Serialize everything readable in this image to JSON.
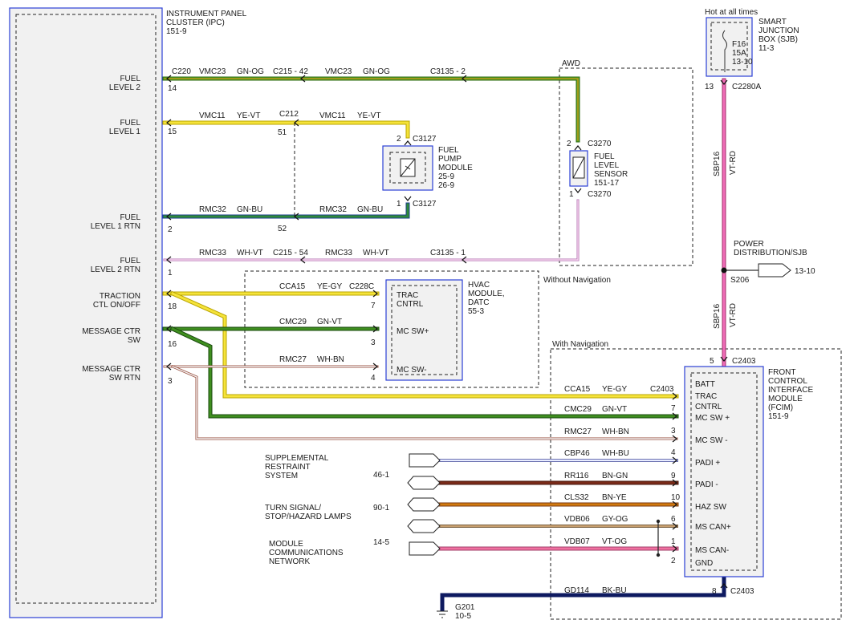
{
  "components": {
    "ipc": "INSTRUMENT PANEL|CLUSTER (IPC)|151-9",
    "sjb": "SMART|JUNCTION|BOX (SJB)|11-3",
    "hot": "Hot at all times",
    "fuse": "F16|15A|13-10",
    "pump": "FUEL|PUMP|MODULE|25-9|26-9",
    "sensor": "FUEL|LEVEL|SENSOR|151-17",
    "hvac": "HVAC|MODULE,|DATC|55-3",
    "hvac_pins": "TRAC|CNTRL|MC SW+|MC SW-",
    "fcim": "FRONT|CONTROL|INTERFACE|MODULE|(FCIM)|151-9",
    "fcim_pins": "BATT|TRAC|CNTRL|MC SW +|MC SW -|PADI +|PADI -|HAZ SW|MS CAN+|MS CAN-|GND",
    "power_dist": "POWER|DISTRIBUTION/SJB",
    "power_ref": "13-10",
    "splice": "S206",
    "ground": "G201|10-5",
    "srs": "SUPPLEMENTAL|RESTRAINT|SYSTEM",
    "srs_ref": "46-1",
    "turn": "TURN SIGNAL/|STOP/HAZARD LAMPS",
    "turn_ref": "90-1",
    "mcn": "MODULE|COMMUNICATIONS|NETWORK",
    "mcn_ref": "14-5"
  },
  "regions": {
    "awd": "AWD",
    "no_nav": "Without Navigation",
    "nav": "With Navigation"
  },
  "ipc_pins": [
    {
      "label": "FUEL|LEVEL 2",
      "pin": "14"
    },
    {
      "label": "FUEL|LEVEL 1",
      "pin": "15"
    },
    {
      "label": "FUEL|LEVEL 1 RTN",
      "pin": "2"
    },
    {
      "label": "FUEL|LEVEL 2 RTN",
      "pin": "1"
    },
    {
      "label": "TRACTION|CTL ON/OFF",
      "pin": "18"
    },
    {
      "label": "MESSAGE CTR|SW",
      "pin": "16"
    },
    {
      "label": "MESSAGE CTR|SW RTN",
      "pin": "3"
    }
  ],
  "connectors": {
    "c220": "C220",
    "c215_42": "C215 - 42",
    "c3135_2": "C3135 - 2",
    "c212": "C212",
    "c212_pin": "51",
    "c3127": "C3127",
    "c3127_top": "2",
    "c3127_bot": "1",
    "c3270": "C3270",
    "c3270_top": "2",
    "c3270_bot": "1",
    "c212_rtn_pin": "52",
    "c215_54": "C215 - 54",
    "c3135_1": "C3135 - 1",
    "c228c": "C228C",
    "hvac_pins_num": "7|3|4",
    "c2280a": "C2280A",
    "c2280a_pin": "13",
    "c2403": "C2403",
    "c2403_top_pin": "5",
    "c2403_gnd_pin": "8",
    "fcim_pin_nums": "7|3|4|9|10|6|1|2"
  },
  "circuits": {
    "vmc23": "VMC23",
    "gn_og": "GN-OG",
    "vmc11": "VMC11",
    "ye_vt": "YE-VT",
    "rmc32": "RMC32",
    "gn_bu": "GN-BU",
    "rmc33": "RMC33",
    "wh_vt": "WH-VT",
    "cca15": "CCA15",
    "ye_gy": "YE-GY",
    "cmc29": "CMC29",
    "gn_vt": "GN-VT",
    "rmc27": "RMC27",
    "wh_bn": "WH-BN",
    "sbp16": "SBP16",
    "vt_rd": "VT-RD",
    "cbp46": "CBP46",
    "wh_bu": "WH-BU",
    "rr116": "RR116",
    "bn_gn": "BN-GN",
    "cls32": "CLS32",
    "bn_ye": "BN-YE",
    "vdb06": "VDB06",
    "gy_og": "GY-OG",
    "vdb07": "VDB07",
    "vt_og": "VT-OG",
    "gd114": "GD114",
    "bk_bu": "BK-BU"
  },
  "colors": {
    "green": "#3f8f1f",
    "orange": "#e0900a",
    "yellow": "#f5e33a",
    "yellow_edge": "#b9a400",
    "gnbu": "#1f6a5a",
    "blue_edge": "#1b3f8f",
    "pink": "#e6a0d8",
    "grey": "#b0b0b0",
    "white_wire": "#f4f4f4",
    "vt_rd": "#f06cb8",
    "brown": "#7a2a18",
    "bn_ye": "#d27a10",
    "gy_og": "#c8a070",
    "vt_og": "#f070a0",
    "bk_bu": "#0e1a60",
    "wh_bu": "#c8d0ff",
    "border": "#2b3fd6"
  }
}
